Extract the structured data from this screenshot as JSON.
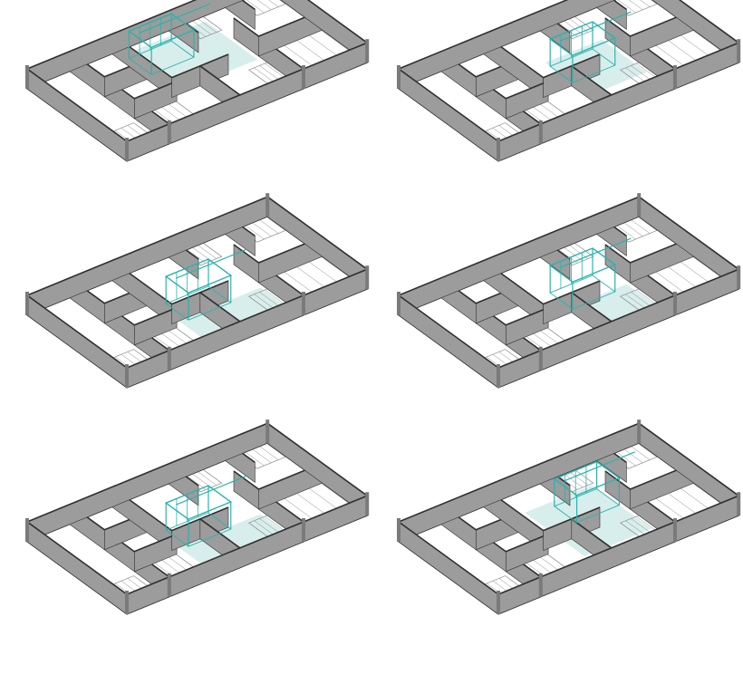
{
  "figure": {
    "kind": "isometric apartment plan sequence",
    "panel_count": 6,
    "colors": {
      "background": "#ffffff",
      "wall_top": "#ffffff",
      "wall_outline": "#2f2f2f",
      "wall_side": "#9c9c9c",
      "wall_side_dark": "#7a7a7a",
      "furniture_line": "#8a8a8a",
      "floor_highlight": "#d8eeec",
      "moving_unit": "#2bb3ad"
    }
  },
  "panels": [
    {
      "id": "state-1",
      "unit_position": "back-left",
      "highlight": "central-room"
    },
    {
      "id": "state-2",
      "unit_position": "center",
      "highlight": "center-strip"
    },
    {
      "id": "state-3",
      "unit_position": "center-left",
      "highlight": "lower-living"
    },
    {
      "id": "state-4",
      "unit_position": "center",
      "highlight": "lower-strip"
    },
    {
      "id": "state-5",
      "unit_position": "center-left",
      "highlight": "lower-living"
    },
    {
      "id": "state-6",
      "unit_position": "center-right",
      "highlight": "center-room"
    }
  ]
}
